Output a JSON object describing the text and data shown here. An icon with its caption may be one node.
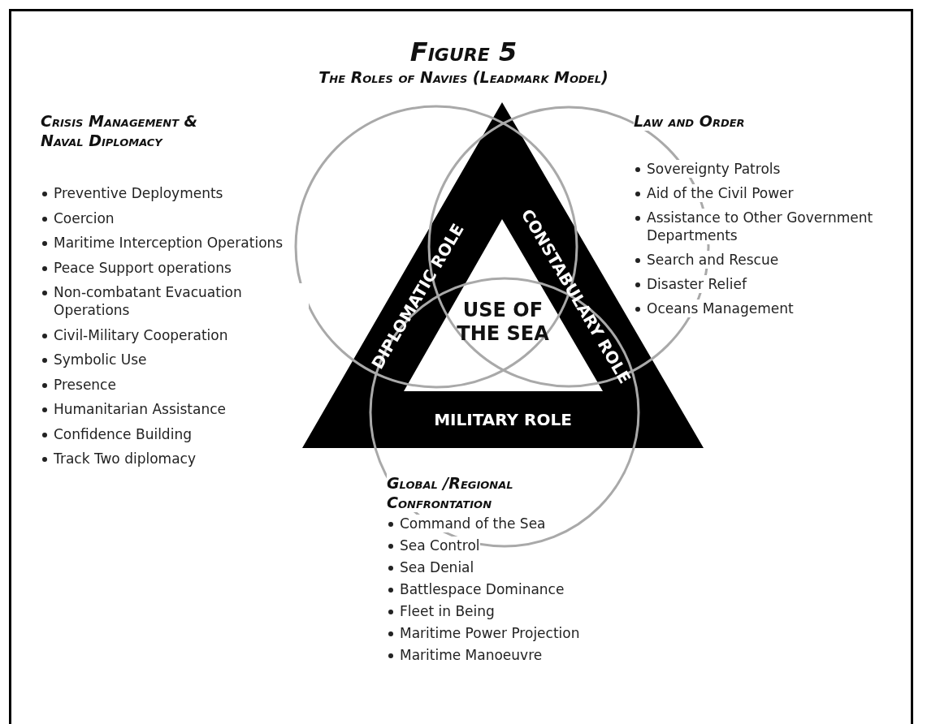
{
  "diagram": {
    "title": "Figure 5",
    "caption": "The Roles of Navies (Leadmark Model)",
    "nodes": [
      {
        "text": [
          "DIPLOMATIC ROLE",
          "CONSTABULARY ROLE",
          "MILITARY ROLE"
        ]
      },
      {
        "text": [
          "USE OF THE SEA"
        ],
        "in": 0
      }
    ],
    "edges": [],
    "labels": [
      "Crisis Management & Naval Diplomacy",
      "Preventive Deployments",
      "Coercion",
      "Maritime Interception Operations",
      "Peace Support operations",
      "Non-combatant Evacuation Operations",
      "Civil-Military Cooperation",
      "Symbolic Use",
      "Presence",
      "Humanitarian Assistance",
      "Confidence Building",
      "Track Two diplomacy",
      "Law and Order",
      "Sovereignty Patrols",
      "Aid of the Civil Power",
      "Assistance to Other Government Departments",
      "Search and Rescue",
      "Disaster Relief",
      "Oceans Management",
      "Global /Regional Confrontation",
      "Command of the Sea",
      "Sea Control",
      "Sea Denial",
      "Battlespace Dominance",
      "Fleet in Being",
      "Maritime Power Projection",
      "Maritime Manoeuvre"
    ]
  }
}
